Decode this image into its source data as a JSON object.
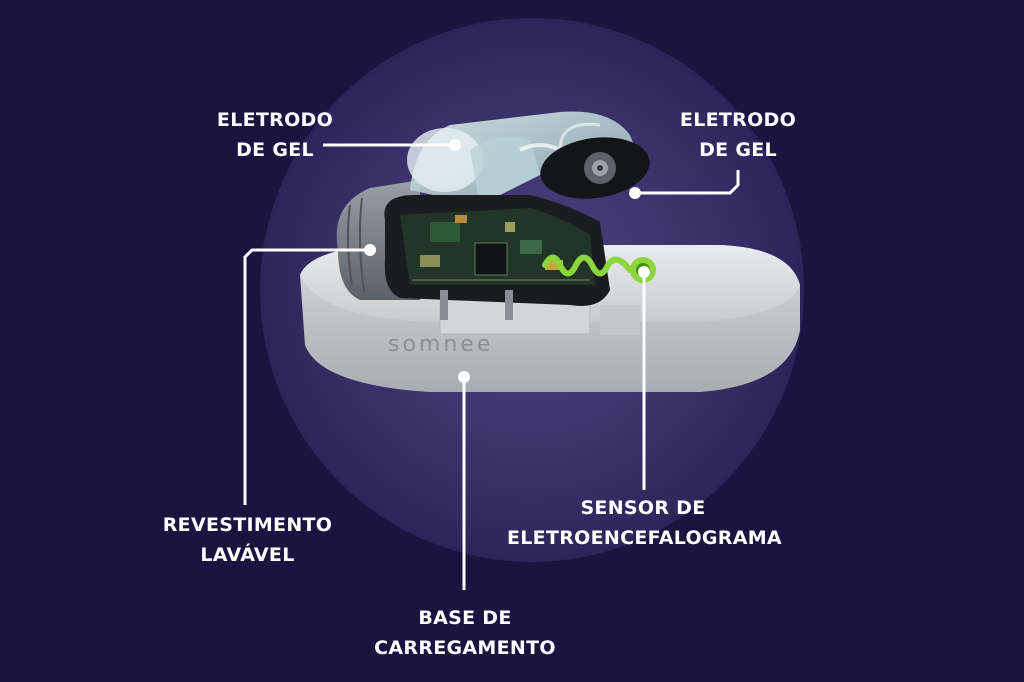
{
  "device": {
    "brand": "somnee"
  },
  "labels": {
    "gel_electrode_left": [
      "ELETRODO",
      "DE GEL"
    ],
    "gel_electrode_right": [
      "ELETRODO",
      "DE GEL"
    ],
    "washable_cover": [
      "REVESTIMENTO",
      "LAVÁVEL"
    ],
    "eeg_sensor": [
      "SENSOR DE",
      "ELETROENCEFALOGRAMA"
    ],
    "charging_base": [
      "BASE DE",
      "CARREGAMENTO"
    ]
  },
  "colors": {
    "background": "#1b1340",
    "circle": "#3a2f66",
    "callout": "#ffffff",
    "sensor": "#8bd63a"
  }
}
